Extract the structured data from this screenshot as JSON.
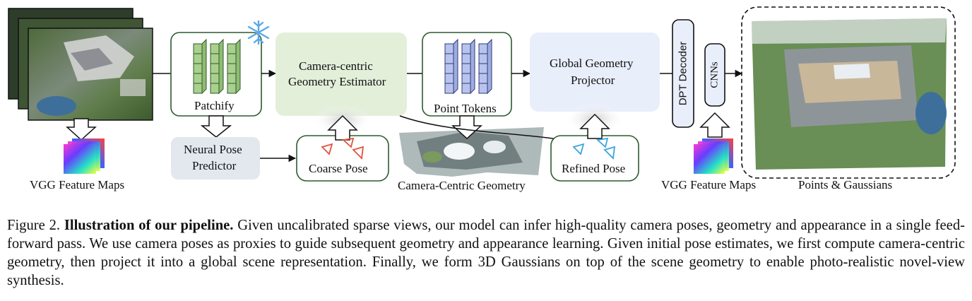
{
  "labels": {
    "patchify": "Patchify",
    "neural_pose": "Neural Pose",
    "predictor": "Predictor",
    "camera_centric": "Camera-centric",
    "geometry_estimator": "Geometry Estimator",
    "coarse_pose": "Coarse Pose",
    "point_tokens": "Point Tokens",
    "camera_centric_geometry": "Camera-Centric Geometry",
    "global_geometry": "Global Geometry",
    "projector": "Projector",
    "refined_pose": "Refined Pose",
    "dpt_decoder": "DPT Decoder",
    "cnns": "CNNs",
    "vgg_left": "VGG Feature Maps",
    "vgg_right": "VGG Feature Maps",
    "points_gaussians": "Points & Gaussians"
  },
  "caption": {
    "figure": "Figure 2.",
    "title": "Illustration of our pipeline.",
    "text": "Given uncalibrated sparse views, our model can infer high-quality camera poses, geometry and appearance in a single feed-forward pass. We use camera poses as proxies to guide subsequent geometry and appearance learning. Given initial pose estimates, we first compute camera-centric geometry, then project it into a global scene representation. Finally, we form 3D Gaussians on top of the scene geometry to enable photo-realistic novel-view synthesis."
  },
  "colors": {
    "green_box": "#e3efd9",
    "green_border": "#2f5a2f",
    "blue_box": "#e9eefb",
    "gray_box": "#e2e8ee",
    "token_green": "#a9d08e",
    "token_blue": "#b9c4ee",
    "coarse_pose": "#e0533c",
    "refined_pose": "#3aa6de",
    "snowflake": "#5aa9e6"
  },
  "icons": [
    "snowflake-icon",
    "coarse-camera-icon",
    "refined-camera-icon",
    "vgg-feature-map-icon",
    "aerial-view-image",
    "point-cloud-image"
  ]
}
